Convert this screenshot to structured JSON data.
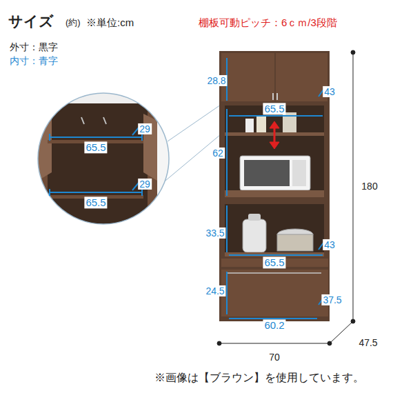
{
  "diagram": {
    "title": "サイズ",
    "caption": "※画像は【ブラウン】を使用しています。",
    "labels": [
      "(約)",
      "※単位:cm",
      "外寸：黒字",
      "内寸：青字",
      "棚板可動ピッチ：6ｃｍ/3段階",
      "29",
      "65.5",
      "29",
      "65.5",
      "28.8",
      "43",
      "65.5",
      "62",
      "33.5",
      "43",
      "65.5",
      "24.5",
      "37.5",
      "60.2",
      "180",
      "70",
      "47.5"
    ]
  }
}
